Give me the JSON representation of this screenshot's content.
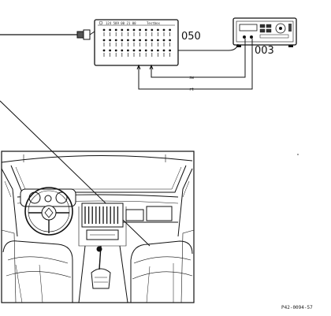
{
  "labels": {
    "tester": "050",
    "meter": "003",
    "wire_upper": "sw",
    "wire_lower": "rt",
    "tester_header_code": "124 589 00 21 00",
    "tester_header_text": "Testbox",
    "figure_ref": "P42-0094-57"
  }
}
